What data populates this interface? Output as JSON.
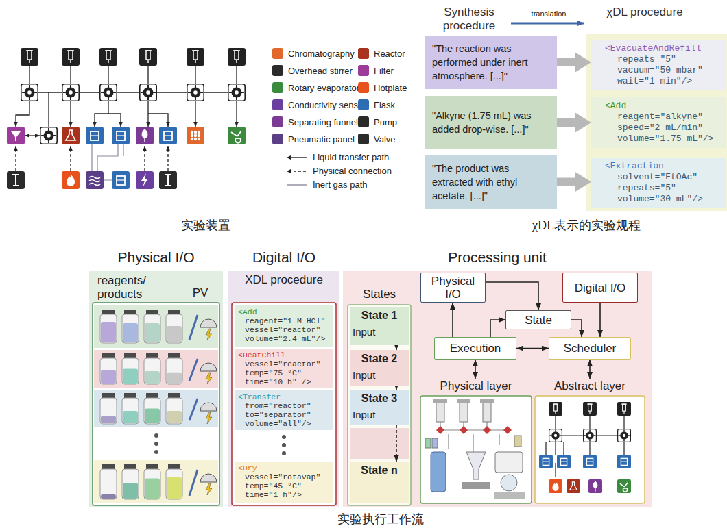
{
  "diagram": {
    "nodes": [
      {
        "text": [
          "\"The reaction was performed under inert atmosphere. [...]\""
        ]
      },
      {
        "text": [
          "<EvacuateAndRefill",
          "repeats=\"5\"",
          "vacuum=\"50 mbar\"",
          "wait=\"1 min\"/>"
        ]
      },
      {
        "text": [
          "\"Alkyne (1.75 mL) was added drop-wise. [...]\""
        ]
      },
      {
        "text": [
          "<Add",
          "reagent=\"alkyne\"",
          "speed=\"2 mL/min\"",
          "volume=\"1.75 mL\"/>"
        ]
      },
      {
        "text": [
          "\"The product was extracted with ethyl acetate. [...]\""
        ]
      },
      {
        "text": [
          "<Extraction",
          "solvent=\"EtOAc\"",
          "repeats=\"5\"",
          "volume=\"30 mL\"/>"
        ]
      },
      {
        "text": [
          "Physical I/O",
          "reagents/ products",
          "PV"
        ]
      },
      {
        "text": [
          "Digital I/O",
          "XDL procedure"
        ]
      },
      {
        "text": [
          "<Add",
          "reagent=\"1 M HCl\"",
          "vessel=\"reactor\"",
          "volume=\"2.4 mL\"/>"
        ],
        "in": 7
      },
      {
        "text": [
          "<HeatChill",
          "vessel=\"reactor\"",
          "temp=\"75 °C\"",
          "time=\"10 h\" />"
        ],
        "in": 7
      },
      {
        "text": [
          "<Transfer",
          "from=\"reactor\"",
          "to=\"separator\"",
          "volume=\"all\"/>"
        ],
        "in": 7
      },
      {
        "text": [
          "<Dry",
          "vessel=\"rotavap\"",
          "temp=\"45 °C\"",
          "time=\"1 h\"/>"
        ],
        "in": 7
      },
      {
        "text": [
          "Processing unit"
        ]
      },
      {
        "text": [
          "States"
        ],
        "in": 12
      },
      {
        "text": [
          "State 1",
          "Input"
        ],
        "in": 13
      },
      {
        "text": [
          "State 2",
          "Input"
        ],
        "in": 13
      },
      {
        "text": [
          "State 3",
          "Input"
        ],
        "in": 13
      },
      {
        "text": [
          "State n"
        ],
        "in": 13
      },
      {
        "text": [
          "Physical I/O"
        ],
        "in": 12
      },
      {
        "text": [
          "Digital I/O"
        ],
        "in": 12
      },
      {
        "text": [
          "State"
        ],
        "in": 12
      },
      {
        "text": [
          "Execution"
        ],
        "in": 12
      },
      {
        "text": [
          "Scheduler"
        ],
        "in": 12
      },
      {
        "text": [
          "Physical layer"
        ],
        "in": 12
      },
      {
        "text": [
          "Abstract layer"
        ],
        "in": 12
      }
    ],
    "edges": [
      {
        "from": 0,
        "to": 1,
        "arrow": "to"
      },
      {
        "from": 2,
        "to": 3,
        "arrow": "to"
      },
      {
        "from": 4,
        "to": 5,
        "arrow": "to"
      },
      {
        "from": 14,
        "to": 15,
        "arrow": "to"
      },
      {
        "from": 15,
        "to": 16,
        "arrow": "to"
      },
      {
        "from": 16,
        "to": 17,
        "arrow": "to"
      },
      {
        "from": 18,
        "to": 20,
        "arrow": "to"
      },
      {
        "from": 19,
        "to": 22,
        "arrow": "to"
      },
      {
        "from": 20,
        "to": 22,
        "arrow": "to"
      },
      {
        "from": 21,
        "to": 20,
        "arrow": "to"
      },
      {
        "from": 21,
        "to": 18,
        "arrow": "to"
      },
      {
        "from": 21,
        "to": 22,
        "arrow": "both"
      },
      {
        "from": 21,
        "to": 23,
        "arrow": "both"
      },
      {
        "from": 22,
        "to": 24,
        "arrow": "both"
      }
    ],
    "labels": [
      "Synthesis procedure",
      "translation",
      "χDL procedure",
      "实验装置",
      "χDL表示的实验规程",
      "实验执行工作流"
    ],
    "legend": [
      {
        "text": "Chromatography",
        "color": "#e2672a"
      },
      {
        "text": "Overhead stirrer",
        "color": "#2b2b2b"
      },
      {
        "text": "Rotary evaporator",
        "color": "#3c8a3e"
      },
      {
        "text": "Conductivity sensor",
        "color": "#6a3fa0"
      },
      {
        "text": "Separating funnel",
        "color": "#7b3a94"
      },
      {
        "text": "Pneumatic panel",
        "color": "#5b3f86"
      },
      {
        "text": "Reactor",
        "color": "#a8321e"
      },
      {
        "text": "Filter",
        "color": "#9b3c9a"
      },
      {
        "text": "Hotplate",
        "color": "#e8521d"
      },
      {
        "text": "Flask",
        "color": "#2e6db3"
      },
      {
        "text": "Pump",
        "color": "#2b2b2b"
      },
      {
        "text": "Valve",
        "color": "#2b2b2b"
      },
      {
        "text": "Liquid transfer path"
      },
      {
        "text": "Physical connection"
      },
      {
        "text": "Inert gas path"
      }
    ]
  }
}
